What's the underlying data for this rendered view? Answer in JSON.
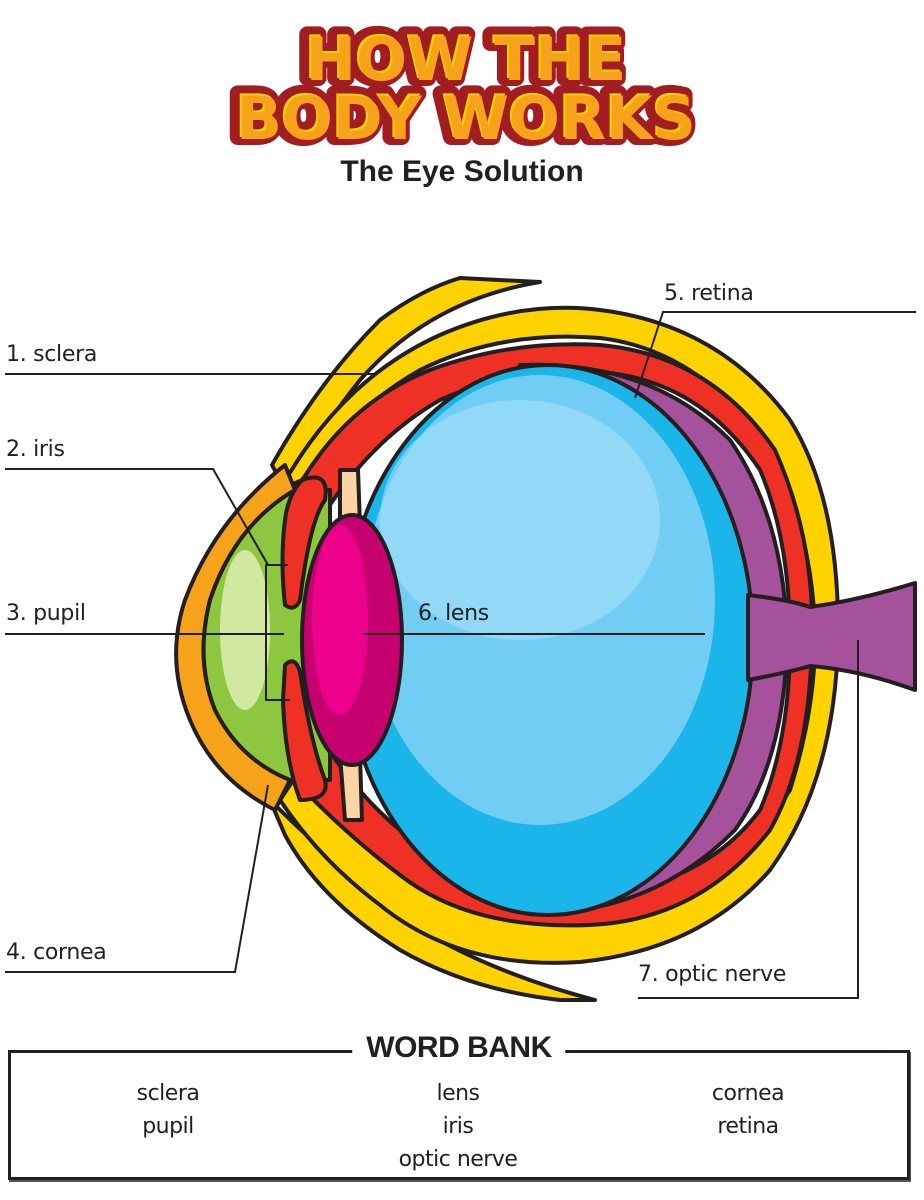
{
  "header": {
    "title_line1": "HOW THE",
    "title_line2": "BODY WORKS",
    "subtitle": "The Eye Solution"
  },
  "labels": [
    {
      "number": "1.",
      "text": "sclera"
    },
    {
      "number": "2.",
      "text": "iris"
    },
    {
      "number": "3.",
      "text": "pupil"
    },
    {
      "number": "4.",
      "text": "cornea"
    },
    {
      "number": "5.",
      "text": "retina"
    },
    {
      "number": "6.",
      "text": "lens"
    },
    {
      "number": "7.",
      "text": "optic nerve"
    }
  ],
  "word_bank": {
    "title": "WORD BANK",
    "columns": [
      [
        "sclera",
        "pupil"
      ],
      [
        "lens",
        "iris",
        "optic nerve"
      ],
      [
        "cornea",
        "retina"
      ]
    ]
  },
  "colors": {
    "title_fill": "#f7a21b",
    "title_highlight": "#ffd400",
    "title_outline": "#a21d21",
    "sclera": "#ffd300",
    "choroid": "#ee3124",
    "retina": "#a6519b",
    "vitreous_outer": "#1ab6ea",
    "vitreous_inner": "#72cdf4",
    "lens": "#c6006e",
    "lens_highlight": "#ec008c",
    "aqueous": "#8dc63f",
    "cornea": "#f7a21b",
    "ligament": "#fbd4a4",
    "text": "#231f20"
  }
}
